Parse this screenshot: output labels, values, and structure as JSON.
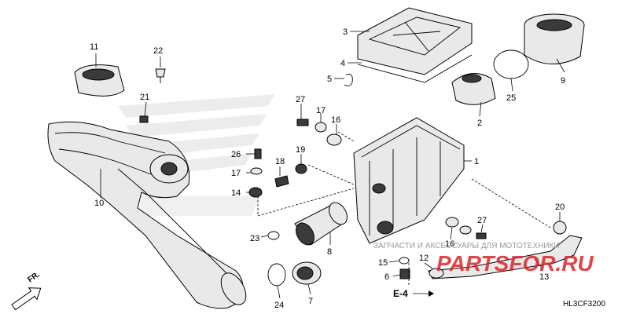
{
  "diagram_code": "HL3CF3200",
  "direction_label": "FR.",
  "reference_label": "E-4",
  "watermark": {
    "caption": "ЗАПЧАСТИ И АКСЕССУАРЫ ДЛЯ МОТОТЕХНИКИ",
    "brand": "PARTSFOR.RU"
  },
  "callouts": {
    "c1": "1",
    "c2": "2",
    "c3": "3",
    "c4": "4",
    "c5": "5",
    "c6": "6",
    "c7": "7",
    "c8": "8",
    "c9": "9",
    "c10": "10",
    "c11": "11",
    "c12": "12",
    "c13": "13",
    "c14": "14",
    "c15": "15",
    "c16a": "16",
    "c16b": "16",
    "c17a": "17",
    "c17b": "17",
    "c18": "18",
    "c19": "19",
    "c20": "20",
    "c21": "21",
    "c22": "22",
    "c23": "23",
    "c24": "24",
    "c25": "25",
    "c26": "26",
    "c27a": "27",
    "c27b": "27"
  }
}
